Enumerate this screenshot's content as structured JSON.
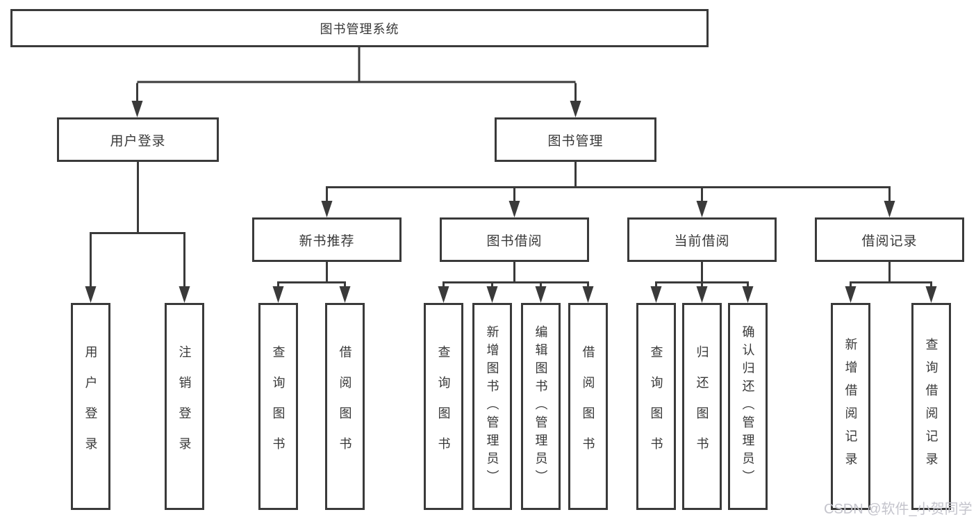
{
  "tree": {
    "label": "图书管理系统",
    "children": [
      {
        "label": "用户登录",
        "children": [
          {
            "label": "用户登录"
          },
          {
            "label": "注销登录"
          }
        ]
      },
      {
        "label": "图书管理",
        "children": [
          {
            "label": "新书推荐",
            "children": [
              {
                "label": "查询图书"
              },
              {
                "label": "借阅图书"
              }
            ]
          },
          {
            "label": "图书借阅",
            "children": [
              {
                "label": "查询图书"
              },
              {
                "label": "新增图书（管理员）"
              },
              {
                "label": "编辑图书（管理员）"
              },
              {
                "label": "借阅图书"
              }
            ]
          },
          {
            "label": "当前借阅",
            "children": [
              {
                "label": "查询图书"
              },
              {
                "label": "归还图书"
              },
              {
                "label": "确认归还（管理员）"
              }
            ]
          },
          {
            "label": "借阅记录",
            "children": [
              {
                "label": "新增借阅记录"
              },
              {
                "label": "查询借阅记录"
              }
            ]
          }
        ]
      }
    ]
  },
  "watermark": {
    "text": "CSDN @软件_小贺同学"
  },
  "colors": {
    "line": "#3a3a3a",
    "box_border": "#3a3a3a",
    "text": "#383838",
    "watermark": "#c4c4cc",
    "background": "#ffffff"
  }
}
